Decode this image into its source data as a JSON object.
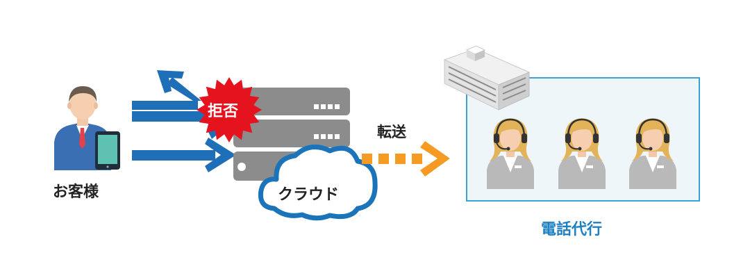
{
  "customer": {
    "label": "お客様"
  },
  "reject": {
    "label": "拒否"
  },
  "cloud": {
    "label": "クラウド"
  },
  "transfer": {
    "label": "転送"
  },
  "call_center": {
    "label": "電話代行",
    "operator_count": 3
  },
  "colors": {
    "arrow_blue": "#1f6fb8",
    "reject_red": "#e5131d",
    "cloud_border": "#1b73b9",
    "transfer_orange": "#f59a23",
    "center_label_blue": "#1d7fc4",
    "server_gray": "#8c8c8c"
  },
  "icons": [
    "businessman-icon",
    "tablet-icon",
    "server-icon",
    "cloud-icon",
    "building-icon",
    "operator-headset-icon"
  ]
}
